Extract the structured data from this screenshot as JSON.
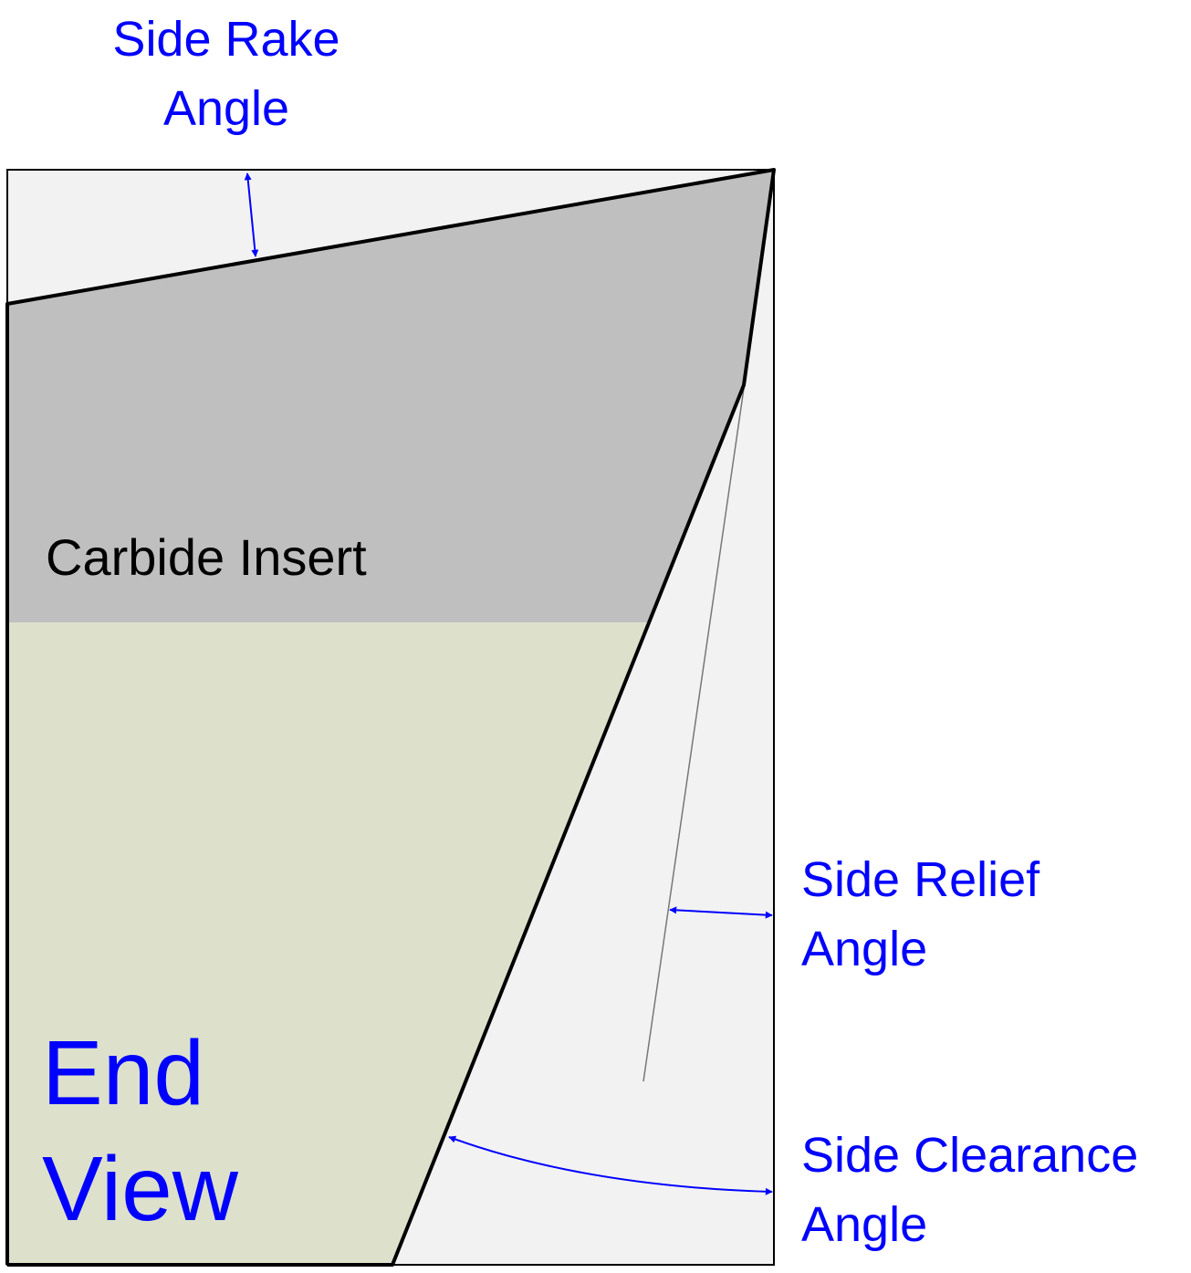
{
  "labels": {
    "side_rake": [
      "Side Rake",
      "Angle"
    ],
    "carbide_insert": "Carbide Insert",
    "end_view": [
      "End",
      "View"
    ],
    "side_relief": [
      "Side Relief",
      "Angle"
    ],
    "side_clearance": [
      "Side Clearance",
      "Angle"
    ]
  },
  "colors": {
    "annotation": "#0000ff",
    "background": "#f2f2f2",
    "insert": "#bfbfbf",
    "tool_body": "#dde1cc",
    "outline": "#000000"
  }
}
